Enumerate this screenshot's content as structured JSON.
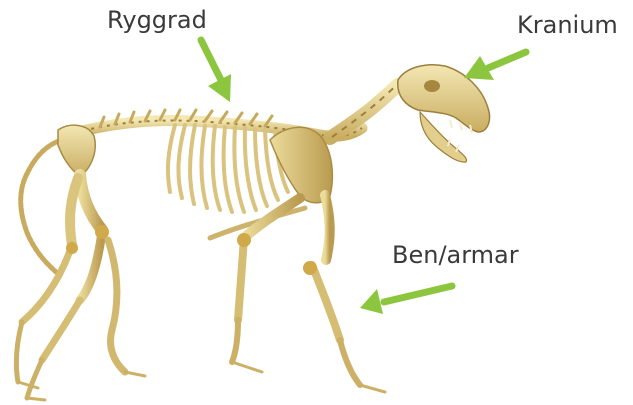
{
  "diagram": {
    "subject": "dog-skeleton",
    "labels": {
      "spine": "Ryggrad",
      "skull": "Kranium",
      "legs": "Ben/armar"
    }
  },
  "colors": {
    "bone": "#e8d99a",
    "bone_shadow": "#b89a4e",
    "bone_dark": "#8a6d2e",
    "arrow": "#8cc63f",
    "text": "#3a3a3a",
    "background": "#ffffff"
  }
}
